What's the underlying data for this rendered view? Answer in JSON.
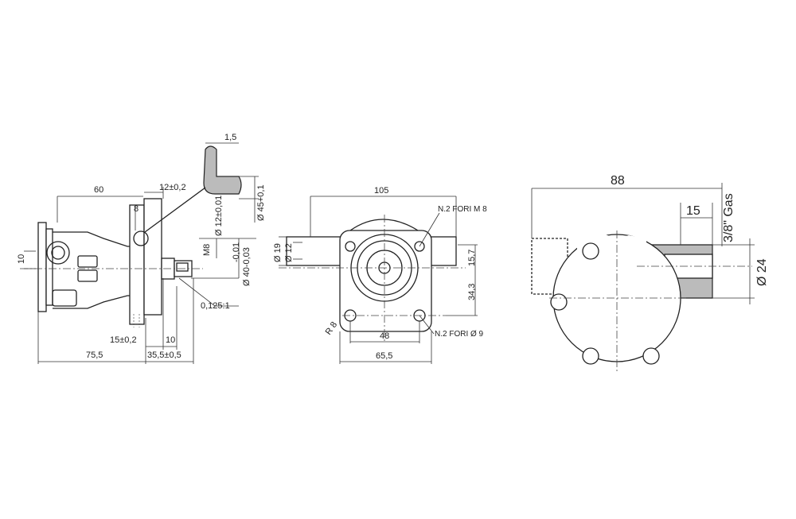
{
  "side_view": {
    "dim_60": "60",
    "dim_12": "12±0,2",
    "dim_8": "8",
    "dim_1_5": "1,5",
    "dim_d45": "Ø 45+0,1",
    "dim_d12": "Ø 12±0,01",
    "dim_m8": "M8",
    "dim_d40_tol": "-0,01",
    "dim_d40": "Ø 40-0,03",
    "dim_taper": "0,125:1",
    "dim_10_left": "10",
    "dim_15": "15±0,2",
    "dim_10": "10",
    "dim_75_5": "75,5",
    "dim_35_5": "35,5±0,5"
  },
  "front_view": {
    "dim_105": "105",
    "holes_top": "N.2 FORI M 8",
    "dim_d19": "Ø 19",
    "dim_d12": "Ø 12",
    "dim_15_7": "15,7",
    "dim_34_3": "34,3",
    "radius": "R 8",
    "dim_48": "48",
    "dim_65_5": "65,5",
    "holes_bottom": "N.2 FORI Ø 9"
  },
  "rear_view": {
    "dim_88": "88",
    "dim_15": "15",
    "thread": "3/8\" Gas",
    "dim_d24": "Ø 24"
  }
}
